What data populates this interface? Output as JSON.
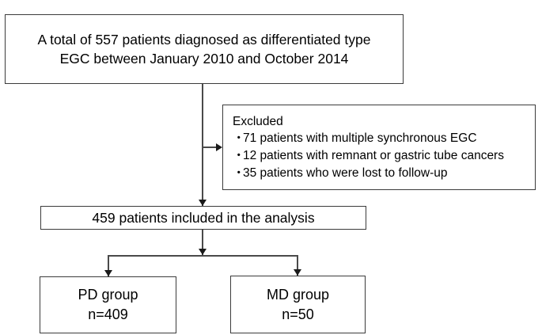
{
  "figure": {
    "type": "flowchart",
    "orientation": "top-down",
    "background_color": "#ffffff",
    "line_color": "#4a4a4a",
    "text_color": "#000000"
  },
  "nodes": {
    "cohort": {
      "lines": [
        "A total of 557 patients diagnosed as differentiated type",
        "EGC between January 2010 and October 2014"
      ]
    },
    "excluded": {
      "heading": "Excluded",
      "bullet_glyph": "・",
      "items": [
        "71 patients with multiple synchronous EGC",
        "12 patients with remnant or gastric tube cancers",
        "35 patients who were lost to follow-up"
      ]
    },
    "included": {
      "text": "459 patients included in the analysis"
    },
    "pd_group": {
      "label": "PD group",
      "count": "n=409"
    },
    "md_group": {
      "label": "MD group",
      "count": "n=50"
    }
  },
  "edges": [
    {
      "name": "cohort-to-included",
      "from": "cohort",
      "to": "included",
      "style": "arrow-down"
    },
    {
      "name": "cohort-to-excluded",
      "from": "cohort",
      "to": "excluded",
      "style": "arrow-right"
    },
    {
      "name": "included-to-pd",
      "from": "included",
      "to": "pd_group",
      "style": "arrow-down"
    },
    {
      "name": "included-to-md",
      "from": "included",
      "to": "md_group",
      "style": "arrow-down"
    }
  ]
}
